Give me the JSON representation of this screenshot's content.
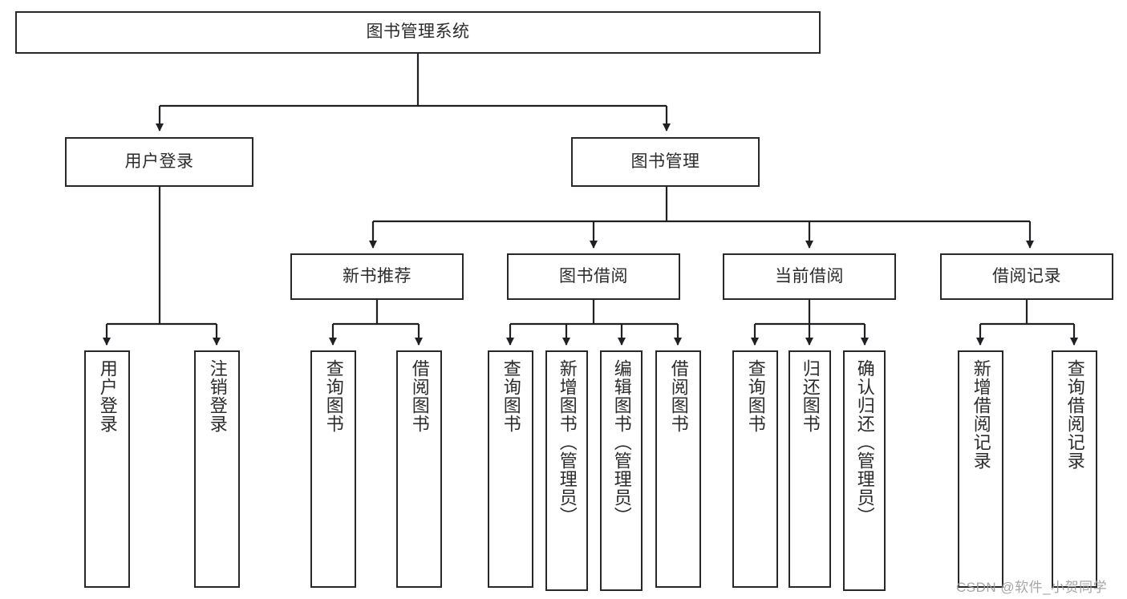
{
  "diagram": {
    "kind": "functional-structure-tree",
    "root": {
      "id": "root",
      "label": "图书管理系统"
    },
    "level2": [
      {
        "id": "user-login",
        "label": "用户登录"
      },
      {
        "id": "book-management",
        "label": "图书管理"
      }
    ],
    "level3": [
      {
        "id": "new-book-recommend",
        "label": "新书推荐"
      },
      {
        "id": "book-borrow",
        "label": "图书借阅"
      },
      {
        "id": "current-borrow",
        "label": "当前借阅"
      },
      {
        "id": "borrow-record",
        "label": "借阅记录"
      }
    ],
    "leaves": {
      "user_login": [
        {
          "id": "leaf-user-login",
          "label": "用户登录"
        },
        {
          "id": "leaf-user-logout",
          "label": "注销登录"
        }
      ],
      "new_book_recommend": [
        {
          "id": "leaf-query-book-1",
          "label": "查询图书"
        },
        {
          "id": "leaf-borrow-book-1",
          "label": "借阅图书"
        }
      ],
      "book_borrow": [
        {
          "id": "leaf-query-book-2",
          "label": "查询图书"
        },
        {
          "id": "leaf-add-book",
          "label": "新增图书（管理员）"
        },
        {
          "id": "leaf-edit-book",
          "label": "编辑图书（管理员）"
        },
        {
          "id": "leaf-borrow-book-2",
          "label": "借阅图书"
        }
      ],
      "current_borrow": [
        {
          "id": "leaf-query-book-3",
          "label": "查询图书"
        },
        {
          "id": "leaf-return-book",
          "label": "归还图书"
        },
        {
          "id": "leaf-confirm-return",
          "label": "确认归还（管理员）"
        }
      ],
      "borrow_record": [
        {
          "id": "leaf-add-record",
          "label": "新增借阅记录"
        },
        {
          "id": "leaf-query-record",
          "label": "查询借阅记录"
        }
      ]
    }
  },
  "watermark": {
    "text": "CSDN @软件_小贺同学"
  },
  "colors": {
    "border": "#27282b",
    "text": "#2b2b2b",
    "background": "#ffffff",
    "connector": "#1f2023",
    "watermark": "#9e9e9e"
  }
}
